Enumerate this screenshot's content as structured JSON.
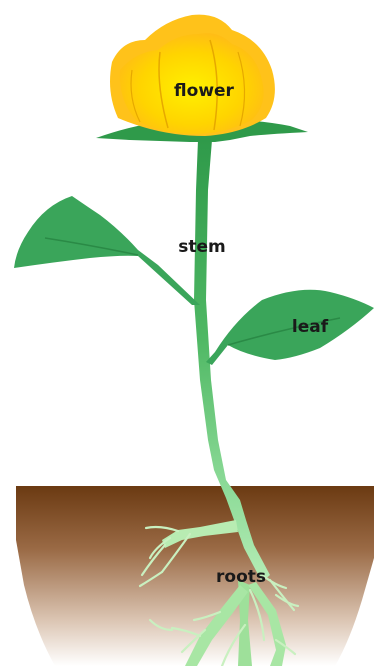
{
  "labels": {
    "flower": "flower",
    "stem": "stem",
    "leaf": "leaf",
    "roots": "roots"
  },
  "colors": {
    "petal_outer": "#ffc21a",
    "petal_inner": "#ffe000",
    "sepal": "#2f9a4a",
    "stem_dark": "#2f9a4a",
    "stem_light": "#8fdc9a",
    "leaf": "#3aa55a",
    "soil_top": "#6b3a12",
    "soil_bottom": "#ffffff",
    "roots": "#c9f0c0"
  }
}
